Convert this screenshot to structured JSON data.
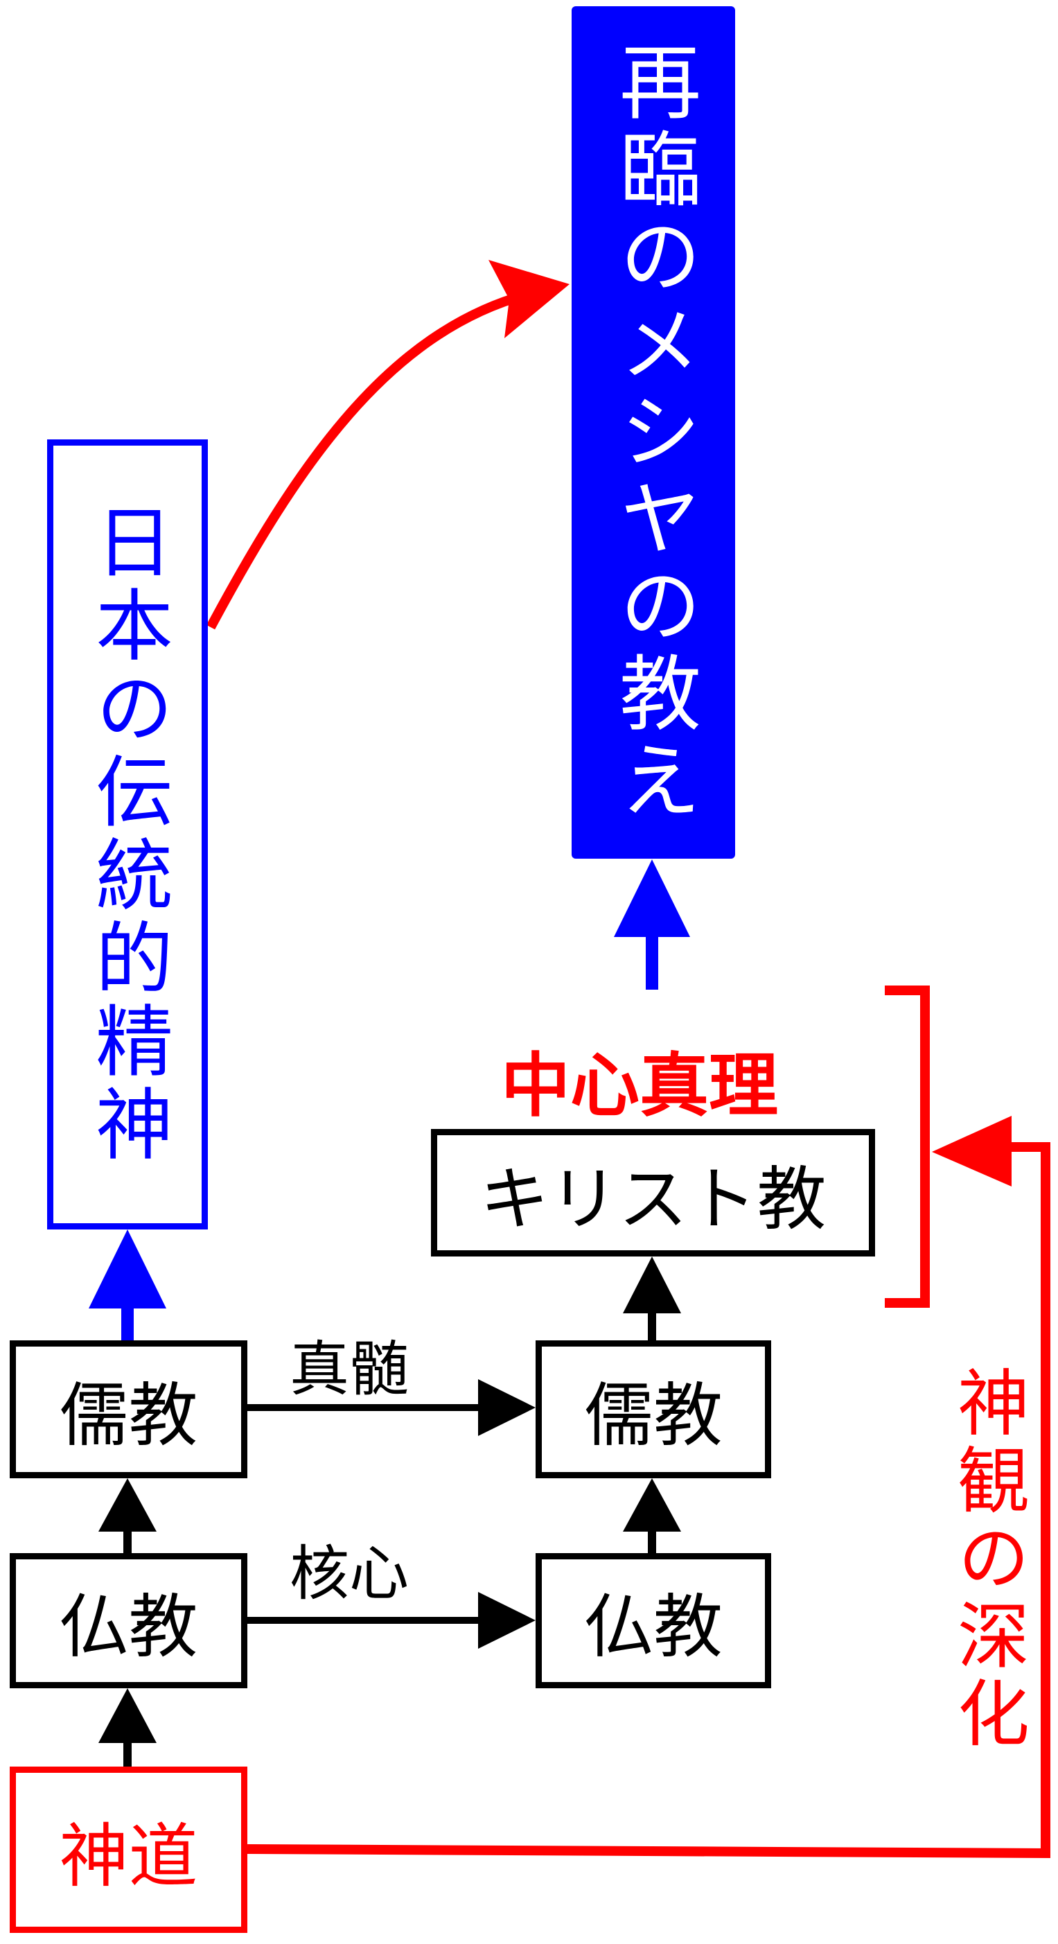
{
  "colors": {
    "blue": "#0000ff",
    "red": "#ff0000",
    "black": "#000000"
  },
  "top_box": {
    "label": "再臨のメシヤの教え"
  },
  "left_tall_box": {
    "label": "日本の伝統的精神"
  },
  "center_truth": {
    "label": "中心真理"
  },
  "christianity_box": {
    "label": "キリスト教"
  },
  "deepening_label": {
    "label": "神観の深化"
  },
  "left_column": {
    "confucianism": "儒教",
    "buddhism": "仏教",
    "shinto": "神道"
  },
  "right_column": {
    "confucianism": "儒教",
    "buddhism": "仏教"
  },
  "arrow_labels": {
    "essence": "真髄",
    "core": "核心"
  }
}
